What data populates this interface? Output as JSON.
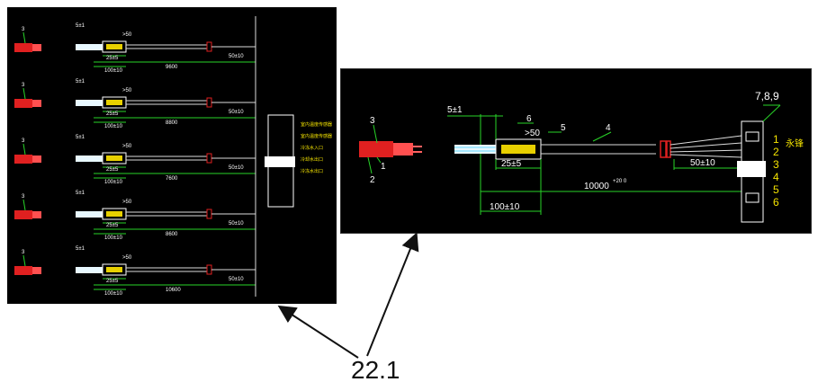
{
  "left_panel": {
    "rows": [
      {
        "top": "5±1",
        "mid": "25±5",
        "bottom": "100±10",
        "span": "9600",
        "tail": "50±10",
        "gt": ">50"
      },
      {
        "top": "5±1",
        "mid": "25±5",
        "bottom": "100±10",
        "span": "8800",
        "tail": "50±10",
        "gt": ">50"
      },
      {
        "top": "5±1",
        "mid": "25±5",
        "bottom": "100±10",
        "span": "7600",
        "tail": "50±10",
        "gt": ">50"
      },
      {
        "top": "5±1",
        "mid": "25±5",
        "bottom": "100±10",
        "span": "8600",
        "tail": "50±10",
        "gt": ">50"
      },
      {
        "top": "5±1",
        "mid": "25±5",
        "bottom": "100±10",
        "span": "10600",
        "tail": "50±10",
        "gt": ">50"
      }
    ],
    "connector_labels": [
      "室内温度传感器",
      "室内温度传感器",
      "冷冻水入口",
      "冷却水出口",
      "冷冻水出口"
    ]
  },
  "right_panel": {
    "label_3": "3",
    "label_1": "1",
    "label_2": "2",
    "dim_5": "5±1",
    "label_6": "6",
    "gt_50": ">50",
    "label_5": "5",
    "label_4": "4",
    "dim_25": "25±5",
    "dim_100": "100±10",
    "dim_10000": "10000",
    "tol": "+20 0",
    "dim_50": "50±10",
    "label_789": "7,8,9",
    "pins": [
      "1",
      "2",
      "3",
      "4",
      "5",
      "6"
    ],
    "side_label": "永锋"
  },
  "caption": "22.1"
}
